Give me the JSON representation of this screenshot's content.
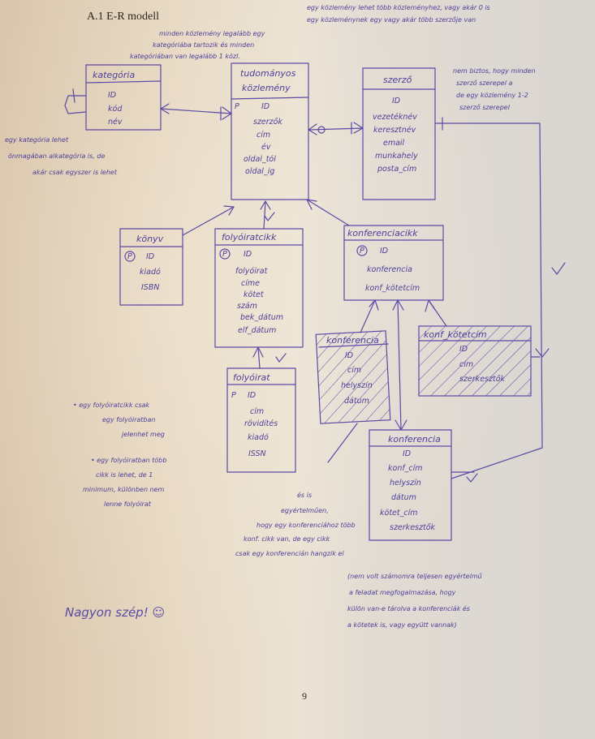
{
  "heading": "A.1 E-R modell",
  "page_number": "9",
  "entities": {
    "kategoria": {
      "title": "kategória",
      "attrs": [
        "ID",
        "kód",
        "név"
      ]
    },
    "tudomanyos": {
      "title_lines": [
        "tudományos",
        "közlemény"
      ],
      "pk": "P",
      "attrs": [
        "ID",
        "szerzők",
        "cím",
        "év",
        "oldal_tól",
        "oldal_ig"
      ]
    },
    "szerzo": {
      "title": "szerző",
      "attrs": [
        "ID",
        "vezetéknév",
        "keresztnév",
        "email",
        "munkahely",
        "posta_cím"
      ]
    },
    "konyv": {
      "title": "könyv",
      "pk": "P",
      "attrs": [
        "ID",
        "kiadó",
        "ISBN"
      ]
    },
    "folyoiratcikk": {
      "title": "folyóiratcikk",
      "pk": "P",
      "attrs": [
        "ID",
        "folyóirat",
        "címe",
        "kötet",
        "szám",
        "bek_dátum",
        "elf_dátum"
      ]
    },
    "konferenciacikk": {
      "title": "konferenciacikk",
      "pk": "P",
      "attrs": [
        "ID",
        "konferencia",
        "konf_kötetcím"
      ]
    },
    "konferencia_x": {
      "title": "konferencia",
      "attrs": [
        "ID",
        "cím",
        "helyszín",
        "dátum"
      ]
    },
    "konf_kotet_x": {
      "title": "konf_kötetcím",
      "attrs": [
        "ID",
        "cím",
        "szerkesztők"
      ]
    },
    "folyoirat": {
      "title": "folyóirat",
      "pk": "P",
      "attrs": [
        "ID",
        "cím",
        "rövidítés",
        "kiadó",
        "ISSN"
      ]
    },
    "konferencia": {
      "title": "konferencia",
      "attrs": [
        "ID",
        "konf_cím",
        "helyszín",
        "dátum",
        "kötet_cím",
        "szerkesztők"
      ]
    }
  },
  "notes": {
    "top_right": [
      "egy közlemény lehet több közleményhez, vagy akár 0 is",
      "egy közleménynek egy vagy akár több szerzője van"
    ],
    "top_middle": [
      "minden közlemény legalább egy",
      "kategóriába tartozik és minden",
      "kategóriában van legalább 1 közl."
    ],
    "right": [
      "nem biztos, hogy minden",
      "szerző szerepel a",
      "de egy közlemény 1-2",
      "szerző szerepel"
    ],
    "left_category": [
      "egy kategória lehet",
      "önmagában alkategória is, de",
      "akár csak egyszer is lehet"
    ],
    "left_journal": [
      "• egy folyóiratcikk csak",
      "egy folyóiratban",
      "jelenhet meg",
      "• egy folyóiratban több",
      "cikk is lehet, de 1",
      "minimum, különben nem",
      "lenne folyóirat"
    ],
    "middle_conference": [
      "és is",
      "egyértelműen,",
      "hogy egy konferenciához több",
      "konf. cikk van, de egy cikk",
      "csak egy konferencián hangzik el"
    ],
    "bottom_right": [
      "(nem volt számomra teljesen egyértelmű",
      "a feladat megfogalmazása, hogy",
      "külön van-e tárolva a konferenciák és",
      "a kötetek is, vagy együtt vannak)"
    ],
    "praise": "Nagyon szép! ☺"
  },
  "colors": {
    "ink": "#5a4aa6",
    "print": "#2b2722",
    "paper": "#ebe2d3"
  }
}
